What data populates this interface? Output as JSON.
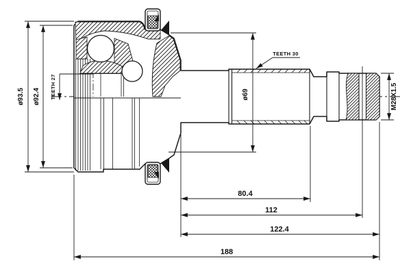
{
  "drawing": {
    "background": "#ffffff",
    "line_color": "#1a1a1a",
    "labels": {
      "dia_outer": "ø93.5",
      "dia_race": "ø92.4",
      "teeth_inner": "TEETH 27",
      "teeth_shaft": "TEETH 30",
      "dia_boot": "ø69",
      "thread_spec": "M28X1.5"
    },
    "dimensions": {
      "spline_length": "80.4",
      "groove_length": "112",
      "stem_length": "122.4",
      "overall_length": "188"
    }
  }
}
